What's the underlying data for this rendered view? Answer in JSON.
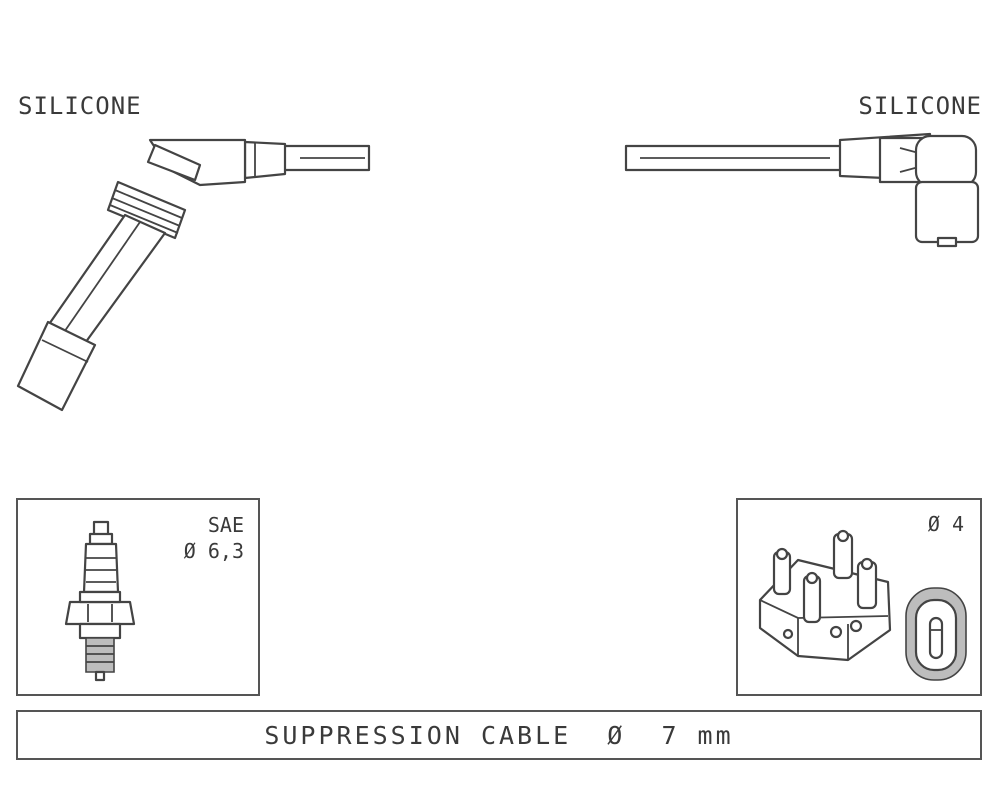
{
  "labels": {
    "left_material": "SILICONE",
    "right_material": "SILICONE"
  },
  "plug_box": {
    "terminal_line1": "SAE",
    "terminal_line2": "Ø 6,3"
  },
  "coil_box": {
    "diameter": "Ø 4"
  },
  "cable": {
    "text": "SUPPRESSION CABLE  Ø  7 mm"
  }
}
